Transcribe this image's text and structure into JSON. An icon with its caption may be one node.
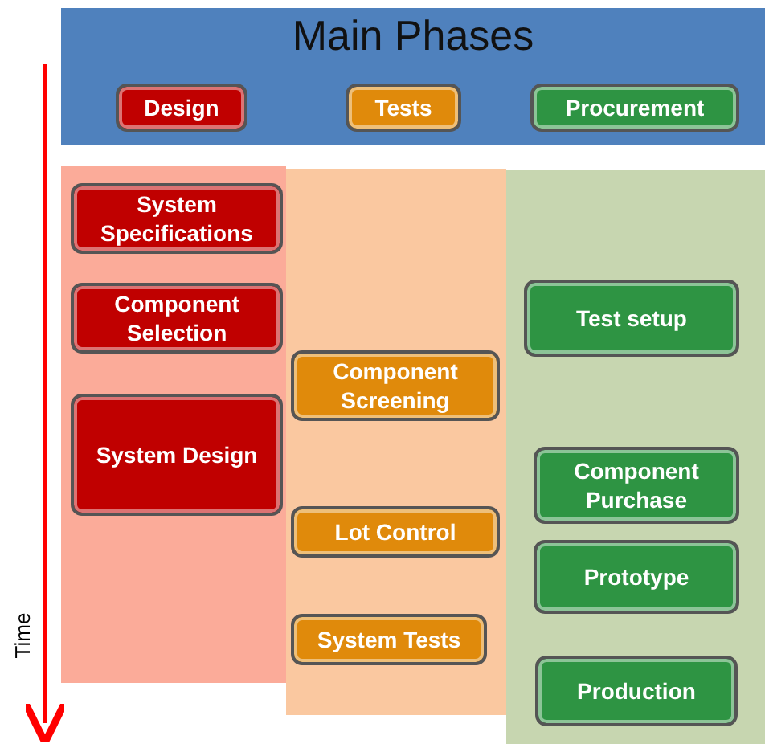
{
  "diagram": {
    "nodes": [
      {
        "text": [
          "Main Phases"
        ]
      },
      {
        "text": [
          "Design"
        ],
        "in": 0
      },
      {
        "text": [
          "Tests"
        ],
        "in": 0
      },
      {
        "text": [
          "Procurement"
        ],
        "in": 0
      },
      {
        "text": [],
        "shape": "box"
      },
      {
        "text": [
          "System Specifications"
        ],
        "in": 4
      },
      {
        "text": [
          "Component Selection"
        ],
        "in": 4
      },
      {
        "text": [
          "System Design"
        ],
        "in": 4
      },
      {
        "text": [],
        "shape": "box"
      },
      {
        "text": [
          "Component Screening"
        ],
        "in": 8
      },
      {
        "text": [
          "Lot Control"
        ],
        "in": 8
      },
      {
        "text": [
          "System Tests"
        ],
        "in": 8
      },
      {
        "text": [],
        "shape": "box"
      },
      {
        "text": [
          "Test setup"
        ],
        "in": 12
      },
      {
        "text": [
          "Component Purchase"
        ],
        "in": 12
      },
      {
        "text": [
          "Prototype"
        ],
        "in": 12
      },
      {
        "text": [
          "Production"
        ],
        "in": 12
      }
    ],
    "edges": [],
    "labels": [
      "Time"
    ]
  }
}
